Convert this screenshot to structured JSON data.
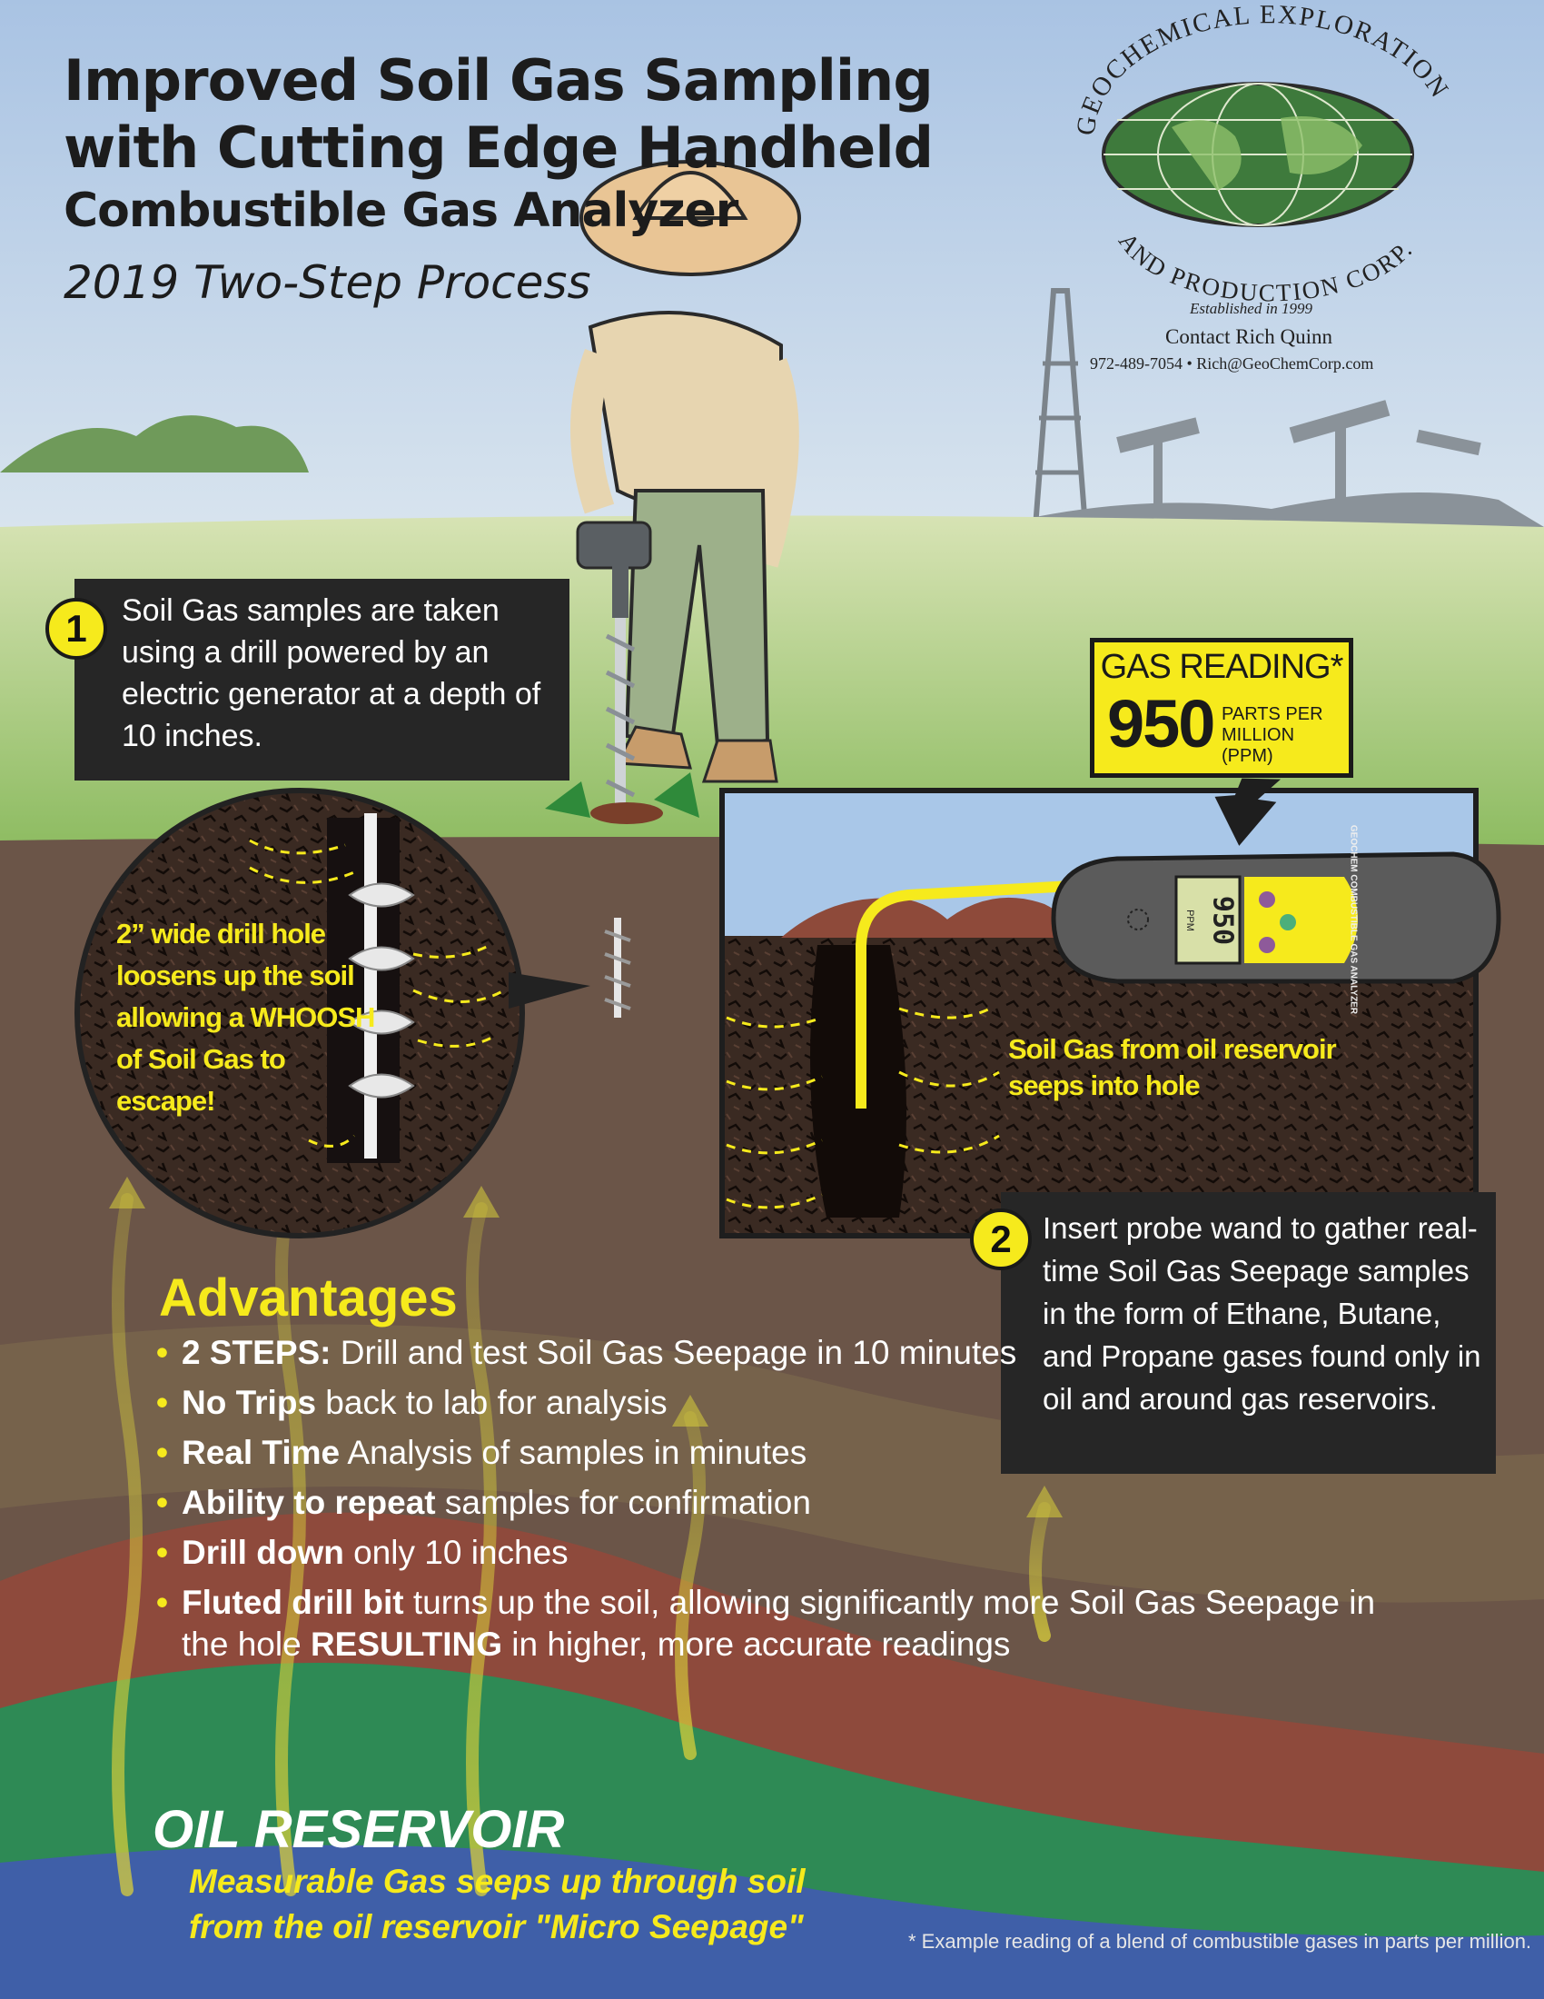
{
  "header": {
    "title_line1": "Improved Soil Gas Sampling",
    "title_line2": "with Cutting Edge Handheld",
    "title_line3": "Combustible Gas Analyzer",
    "subtitle": "2019 Two-Step Process"
  },
  "company": {
    "arc_top": "GEOCHEMICAL EXPLORATION",
    "arc_bottom": "AND PRODUCTION CORP.",
    "established": "Established in 1999",
    "contact": "Contact Rich Quinn",
    "phone_email": "972-489-7054 • Rich@GeoChemCorp.com"
  },
  "step1": {
    "number": "1",
    "text": "Soil Gas samples are taken using a drill powered by an electric generator at a depth of 10 inches."
  },
  "step2": {
    "number": "2",
    "text": "Insert probe wand to gather real-time Soil Gas Seepage samples in the form of Ethane, Butane, and Propane gases found only in oil and around gas reservoirs."
  },
  "gas_reading": {
    "title": "GAS READING*",
    "value": "950",
    "unit": "PARTS PER MILLION (PPM)"
  },
  "analyzer": {
    "display": "950",
    "display_unit": "PPM",
    "brand": "GEOCHEM COMBUSTIBLE GAS ANALYZER"
  },
  "drill_note": {
    "part1": "2” wide drill hole loosens up the soil allowing a ",
    "emph": "WHOOSH",
    "part2": " of Soil Gas to escape!"
  },
  "seep_note": "Soil Gas from oil reservoir seeps into hole",
  "advantages": {
    "title": "Advantages",
    "items": [
      {
        "bold": "2 STEPS:",
        "text": " Drill and test Soil Gas Seepage in 10 minutes"
      },
      {
        "bold": "No Trips",
        "text": " back to lab for analysis"
      },
      {
        "bold": "Real Time",
        "text": " Analysis of samples in minutes"
      },
      {
        "bold": "Ability to repeat",
        "text": " samples for confirmation"
      },
      {
        "bold": "Drill down",
        "text": " only 10 inches"
      },
      {
        "bold": "Fluted drill bit",
        "text": " turns up the soil, allowing significantly more Soil Gas Seepage in the hole ",
        "bold2": "RESULTING",
        "text2": " in higher, more accurate readings"
      }
    ]
  },
  "reservoir": {
    "title": "OIL RESERVOIR",
    "subtitle": "Measurable Gas seeps up through soil from the oil reservoir \"Micro Seepage\""
  },
  "footnote": "* Example reading of a blend of combustible gases in parts per million.",
  "colors": {
    "sky": "#b9cfe6",
    "grass": "#b9cf8e",
    "soil": "#6b5548",
    "accent_yellow": "#f6ea1c",
    "box_dark": "#262626",
    "reservoir_green": "#2e8a55"
  }
}
